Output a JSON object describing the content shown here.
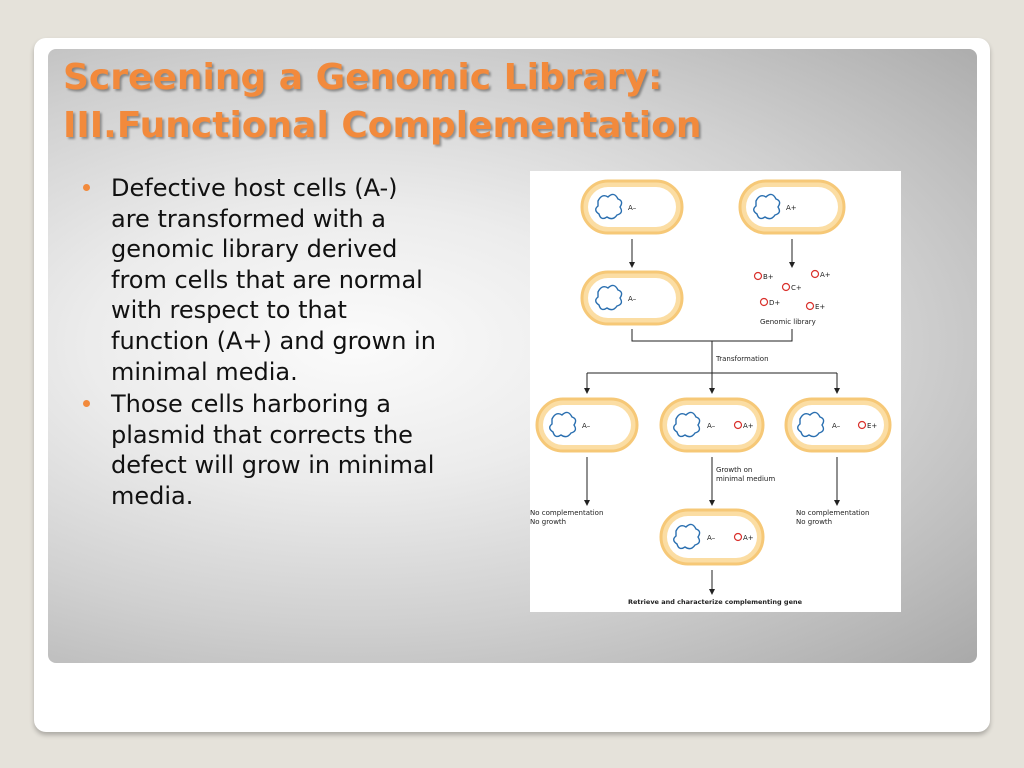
{
  "slide": {
    "title_line1": "Screening a Genomic Library:",
    "title_line2": "III.Functional Complementation",
    "bullets": [
      "Defective host cells (A-) are transformed with a genomic library derived from cells that are normal with respect to that function (A+) and grown in minimal media.",
      "Those cells harboring a plasmid that corrects the defect will grow in minimal media."
    ]
  },
  "diagram": {
    "cell_labels": {
      "a_minus": "A–",
      "a_plus": "A+",
      "e_plus": "E+"
    },
    "library_plasmids": [
      "B+",
      "A+",
      "C+",
      "D+",
      "E+"
    ],
    "library_label": "Genomic library",
    "transformation_label": "Transformation",
    "growth_label_line1": "Growth on",
    "growth_label_line2": "minimal medium",
    "no_complementation": "No complementation",
    "no_growth": "No growth",
    "final_label": "Retrieve and characterize complementing gene"
  },
  "colors": {
    "title": "#f28a3c",
    "bullet": "#f28a3c",
    "cell_fill": "#fbdda3",
    "chromosome": "#2a6fb0",
    "plasmid": "#d9302b"
  }
}
